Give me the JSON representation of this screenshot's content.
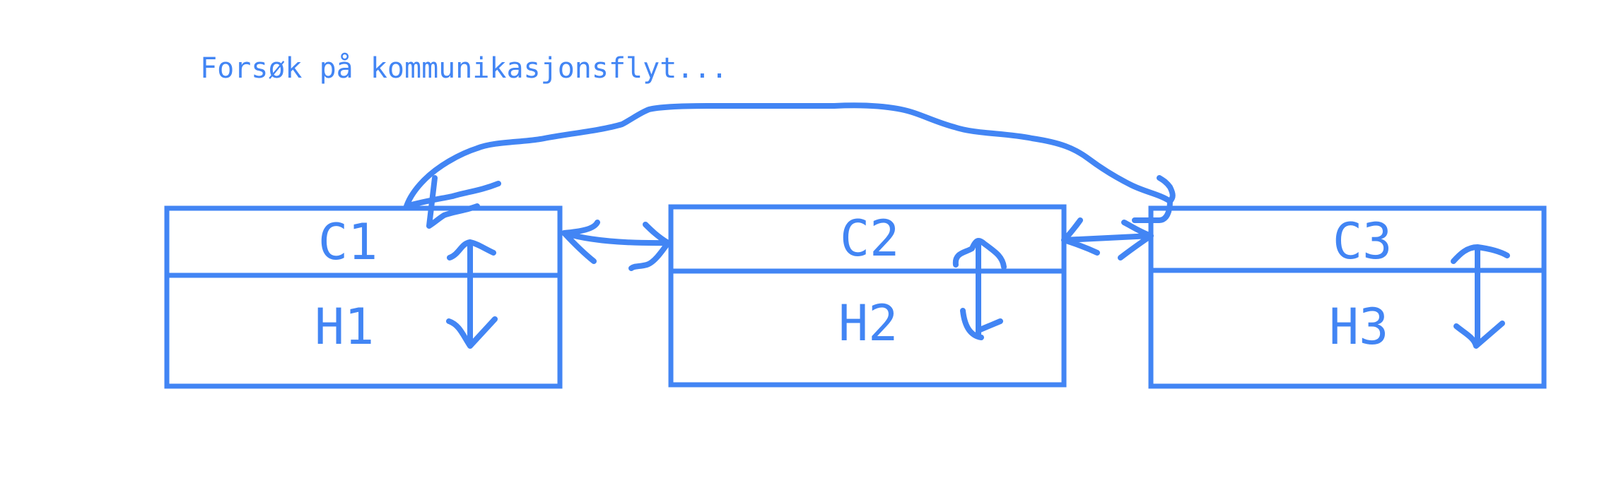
{
  "caption": "Forsøk på kommunikasjonsflyt...",
  "boxes": [
    {
      "id": "c1",
      "top": "C1",
      "bottom": "H1"
    },
    {
      "id": "c2",
      "top": "C2",
      "bottom": "H2"
    },
    {
      "id": "c3",
      "top": "C3",
      "bottom": "H3"
    }
  ],
  "colors": {
    "stroke": "#4285f4",
    "background": "#ffffff"
  }
}
